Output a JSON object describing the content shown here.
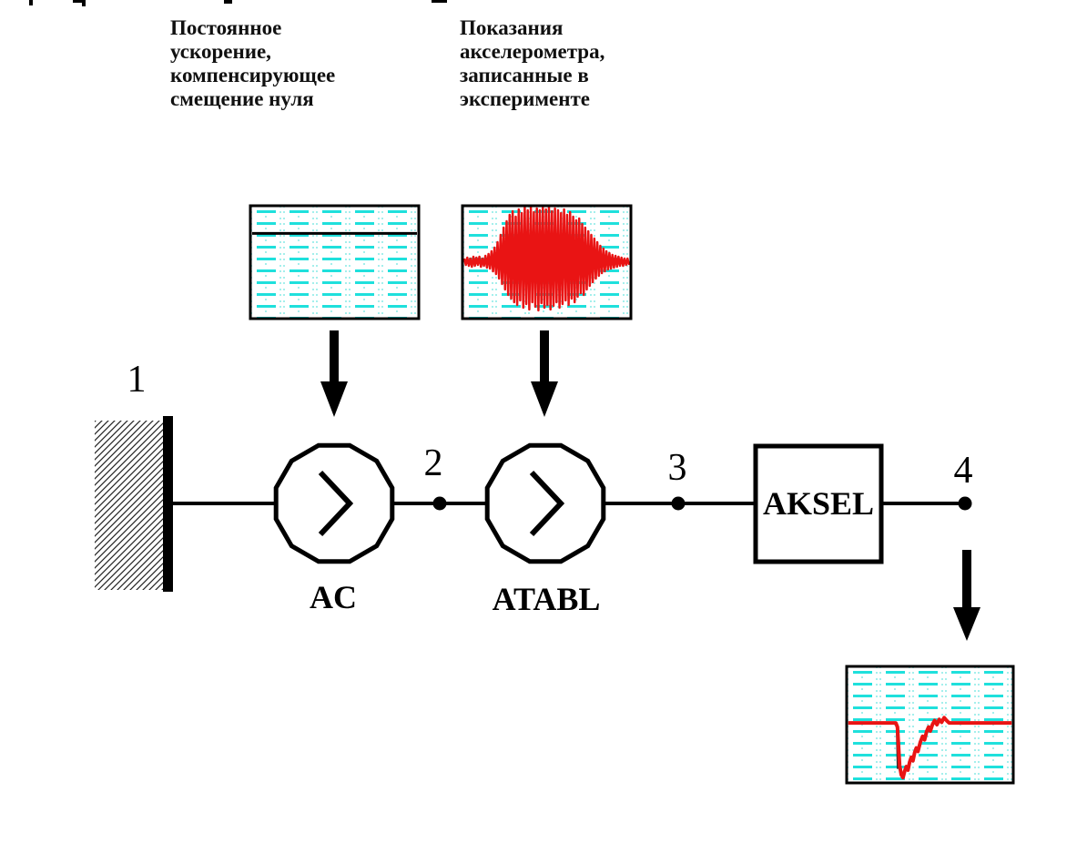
{
  "captions": {
    "bias": "Постоянное\nускорение,\nкомпенсирующее\nсмещение нуля",
    "experiment": "Показания\nакселерометра,\nзаписанные в\nэксперименте"
  },
  "labels": {
    "node1": "1",
    "node2": "2",
    "node3": "3",
    "node4": "4",
    "element_ac": "AC",
    "element_atabl": "ATABL",
    "element_aksel": "AKSEL"
  },
  "colors": {
    "signal_red": "#e91414",
    "grid_dash": "#1fe0dc",
    "grid_dot": "#a5efec",
    "line_black": "#000000"
  },
  "plots": {
    "bias_plot": {
      "type": "line",
      "series": "constant zero-offset compensating acceleration",
      "level_fraction": 0.245
    },
    "experiment_plot": {
      "type": "line",
      "series": "accelerometer record from experiment",
      "baseline": 62,
      "offsets": [
        -4,
        3,
        -5,
        4,
        -4,
        5,
        -6,
        4,
        -5,
        3,
        -6,
        5,
        -4,
        4,
        -7,
        6,
        -9,
        7,
        -12,
        10,
        -16,
        13,
        -22,
        18,
        -30,
        24,
        -38,
        30,
        -45,
        36,
        -52,
        40,
        -56,
        44,
        -50,
        47,
        -58,
        42,
        -54,
        50,
        -60,
        46,
        -57,
        52,
        -61,
        44,
        -55,
        49,
        -59,
        53,
        -57,
        45,
        -60,
        50,
        -58,
        47,
        -61,
        52,
        -56,
        48,
        -59,
        44,
        -57,
        50,
        -54,
        46,
        -58,
        42,
        -52,
        47,
        -55,
        40,
        -50,
        44,
        -46,
        38,
        -48,
        34,
        -42,
        36,
        -38,
        30,
        -34,
        26,
        -30,
        22,
        -26,
        18,
        -22,
        15,
        -18,
        12,
        -15,
        10,
        -12,
        8,
        -10,
        7,
        -8,
        6,
        -7,
        5,
        -6,
        4,
        -5,
        4,
        -4,
        3,
        -4,
        3
      ]
    },
    "output_plot": {
      "type": "line",
      "series": "computed response at node 4",
      "points": [
        [
          0.01,
          0.485
        ],
        [
          0.08,
          0.485
        ],
        [
          0.16,
          0.485
        ],
        [
          0.24,
          0.485
        ],
        [
          0.295,
          0.485
        ],
        [
          0.305,
          0.52
        ],
        [
          0.312,
          0.7
        ],
        [
          0.318,
          0.85
        ],
        [
          0.328,
          0.93
        ],
        [
          0.338,
          0.955
        ],
        [
          0.348,
          0.9
        ],
        [
          0.358,
          0.86
        ],
        [
          0.368,
          0.89
        ],
        [
          0.378,
          0.82
        ],
        [
          0.388,
          0.78
        ],
        [
          0.398,
          0.81
        ],
        [
          0.408,
          0.74
        ],
        [
          0.418,
          0.7
        ],
        [
          0.428,
          0.73
        ],
        [
          0.442,
          0.65
        ],
        [
          0.456,
          0.6
        ],
        [
          0.468,
          0.63
        ],
        [
          0.48,
          0.56
        ],
        [
          0.492,
          0.52
        ],
        [
          0.502,
          0.555
        ],
        [
          0.515,
          0.5
        ],
        [
          0.528,
          0.465
        ],
        [
          0.542,
          0.5
        ],
        [
          0.556,
          0.455
        ],
        [
          0.57,
          0.48
        ],
        [
          0.585,
          0.44
        ],
        [
          0.6,
          0.465
        ],
        [
          0.615,
          0.485
        ],
        [
          0.65,
          0.485
        ],
        [
          0.72,
          0.485
        ],
        [
          0.8,
          0.485
        ],
        [
          0.9,
          0.485
        ],
        [
          0.99,
          0.485
        ]
      ],
      "drop_marker": [
        [
          0.3,
          0.5
        ],
        [
          0.306,
          0.88
        ]
      ]
    }
  }
}
